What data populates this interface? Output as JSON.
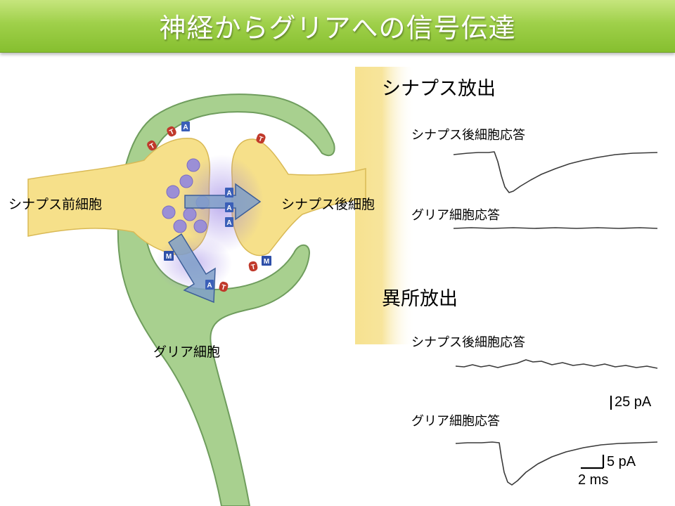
{
  "title": "神経からグリアへの信号伝達",
  "labels": {
    "presynaptic": "シナプス前細胞",
    "postsynaptic": "シナプス後細胞",
    "glia": "グリア細胞"
  },
  "receptor_letters": {
    "t": "T",
    "a": "A",
    "m": "M"
  },
  "sections": [
    {
      "heading": "シナプス放出",
      "traces": [
        {
          "label": "シナプス後細胞応答"
        },
        {
          "label": "グリア細胞応答"
        }
      ]
    },
    {
      "heading": "異所放出",
      "traces": [
        {
          "label": "シナプス後細胞応答"
        },
        {
          "label": "グリア細胞応答"
        }
      ]
    }
  ],
  "scale_bars": {
    "large_current": "25 pA",
    "small_current": "5 pA",
    "time": "2 ms"
  },
  "colors": {
    "glia_fill": "#a8d08f",
    "glia_stroke": "#6f9d5d",
    "neuron_fill": "#f6e08a",
    "neuron_stroke": "#d9b955",
    "vesicle": "#9b8fd6",
    "release_cloud": "#8a6fe0",
    "arrow_fill": "#7f9fc8",
    "arrow_stroke": "#3d5f99",
    "t_badge": "#c0392b",
    "a_badge": "#3b5fb8",
    "m_badge": "#2e4fa8"
  }
}
